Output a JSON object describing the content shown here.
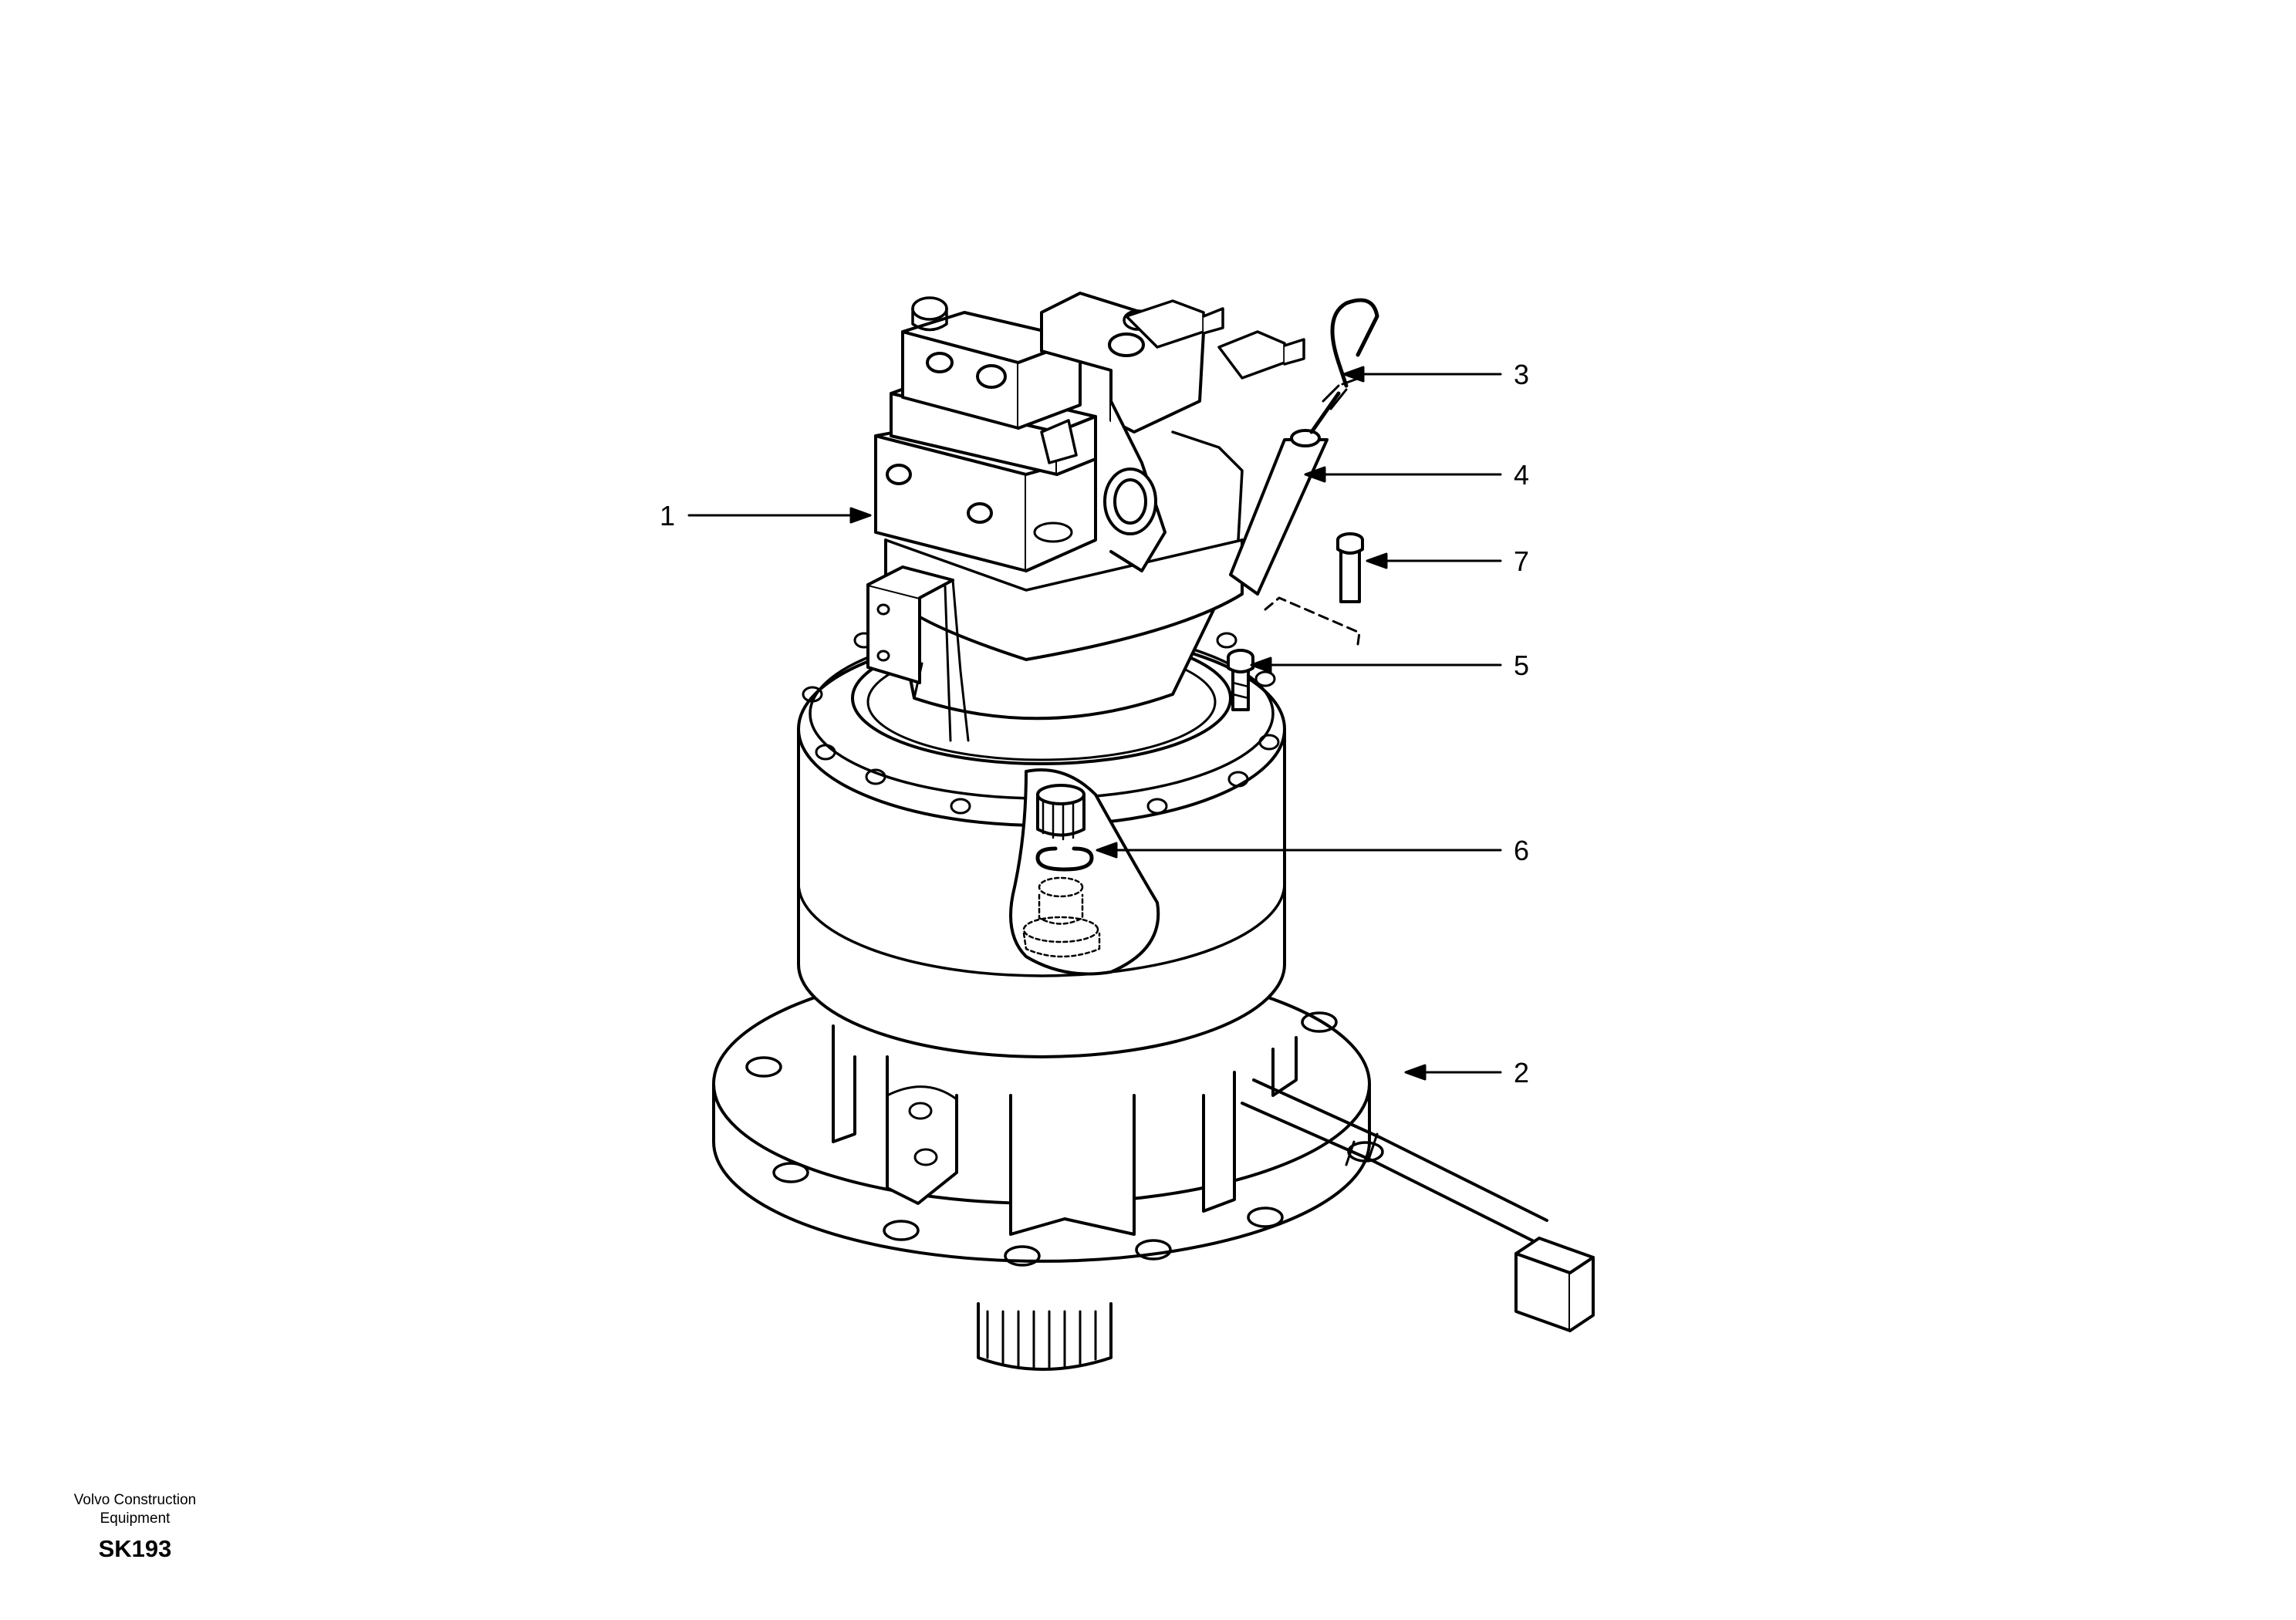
{
  "callouts": [
    {
      "id": "1",
      "label": "1"
    },
    {
      "id": "2",
      "label": "2"
    },
    {
      "id": "3",
      "label": "3"
    },
    {
      "id": "4",
      "label": "4"
    },
    {
      "id": "5",
      "label": "5"
    },
    {
      "id": "6",
      "label": "6"
    },
    {
      "id": "7",
      "label": "7"
    }
  ],
  "footer": {
    "publisher_line1": "Volvo Construction",
    "publisher_line2": "Equipment",
    "drawing_code": "SK193"
  },
  "colors": {
    "line": "#000000",
    "background": "#ffffff"
  }
}
